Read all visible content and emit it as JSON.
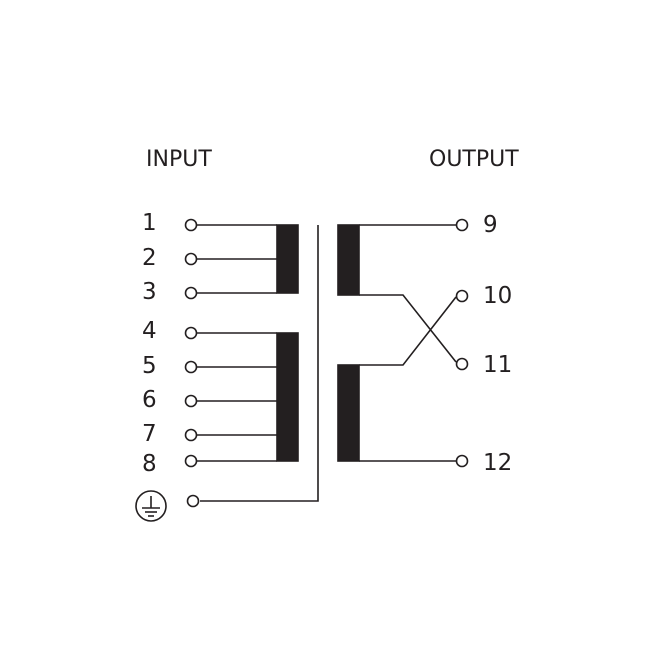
{
  "headings": {
    "input": "INPUT",
    "output": "OUTPUT"
  },
  "input_terminals": [
    "1",
    "2",
    "3",
    "4",
    "5",
    "6",
    "7",
    "8"
  ],
  "output_terminals": [
    "9",
    "10",
    "11",
    "12"
  ],
  "ground_terminal": "protective-earth",
  "colors": {
    "line": "#231f20",
    "background": "#ffffff"
  }
}
